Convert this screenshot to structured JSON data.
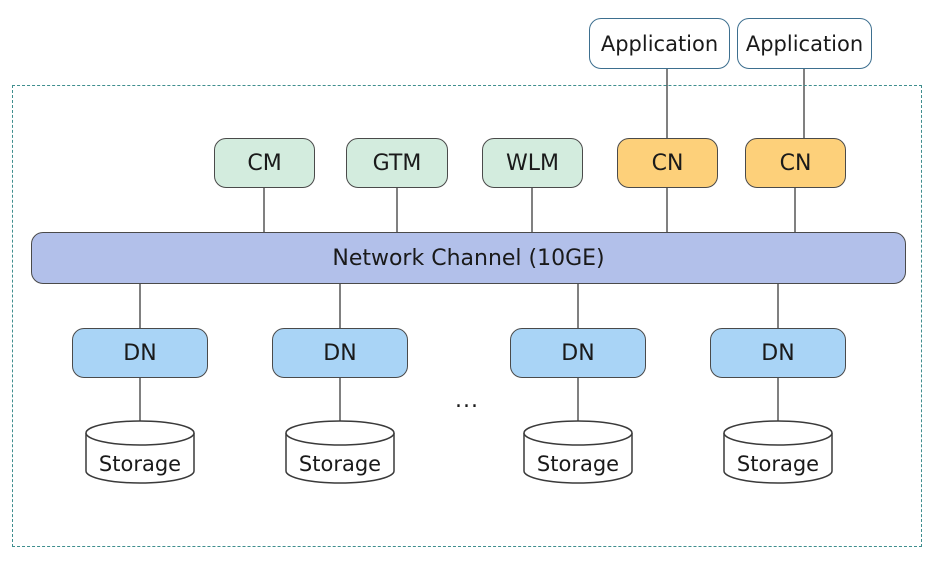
{
  "applications": [
    {
      "label": "Application"
    },
    {
      "label": "Application"
    }
  ],
  "services": [
    {
      "label": "CM"
    },
    {
      "label": "GTM"
    },
    {
      "label": "WLM"
    }
  ],
  "coordinators": [
    {
      "label": "CN"
    },
    {
      "label": "CN"
    }
  ],
  "network": {
    "label": "Network Channel (10GE)"
  },
  "data_nodes": [
    {
      "label": "DN"
    },
    {
      "label": "DN"
    },
    {
      "label": "DN"
    },
    {
      "label": "DN"
    }
  ],
  "storage": [
    {
      "label": "Storage"
    },
    {
      "label": "Storage"
    },
    {
      "label": "Storage"
    },
    {
      "label": "Storage"
    }
  ],
  "ellipsis": "...",
  "colors": {
    "service_fill": "#d3ecde",
    "coordinator_fill": "#fdd07a",
    "data_node_fill": "#a9d4f6",
    "network_fill": "#b2c0ea",
    "boundary_stroke": "#3f8e8e"
  }
}
